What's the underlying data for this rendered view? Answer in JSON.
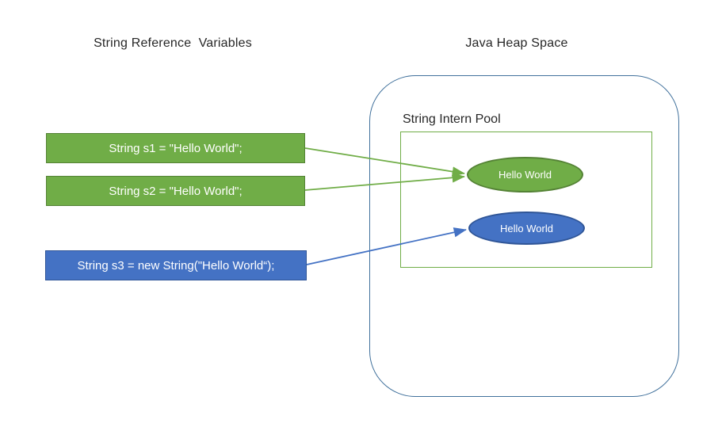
{
  "left_column": {
    "title": "String Reference  Variables",
    "boxes": [
      {
        "id": "s1",
        "label": "String s1 = \"Hello World\";",
        "color": "green"
      },
      {
        "id": "s2",
        "label": "String s2 = \"Hello World\";",
        "color": "green"
      },
      {
        "id": "s3",
        "label": "String s3 = new String(\"Hello World“);",
        "color": "blue"
      }
    ]
  },
  "heap": {
    "title": "Java Heap Space",
    "intern_pool": {
      "label": "String Intern Pool",
      "objects": [
        {
          "label": "Hello World",
          "color": "green"
        },
        {
          "label": "Hello World",
          "color": "blue"
        }
      ]
    }
  },
  "arrows": [
    {
      "from": "s1",
      "to": "interned-string-object",
      "color": "green"
    },
    {
      "from": "s2",
      "to": "interned-string-object",
      "color": "green"
    },
    {
      "from": "s3",
      "to": "heap-string-object",
      "color": "blue"
    }
  ],
  "colors": {
    "green_fill": "#70AD47",
    "green_border": "#548235",
    "blue_fill": "#4472C4",
    "blue_border": "#2F5597",
    "heap_outline": "#41719C",
    "pool_outline": "#70AD47",
    "title_text": "#262626",
    "box_text": "#FFFFFF"
  }
}
